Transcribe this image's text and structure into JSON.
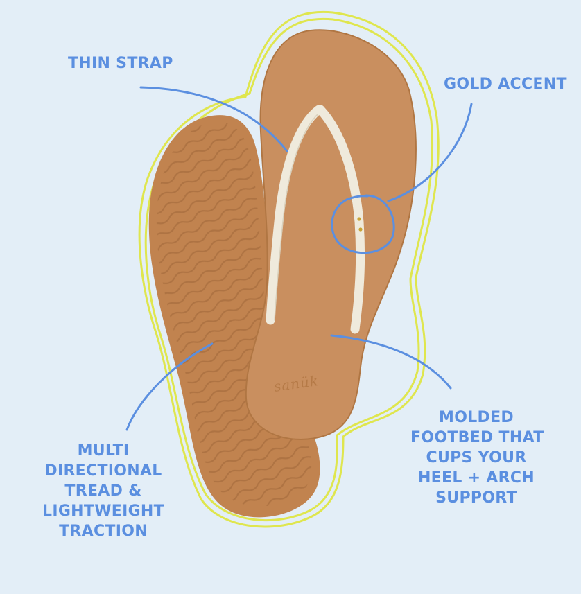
{
  "colors": {
    "background": "#e3eef7",
    "callout_text": "#5b8fe0",
    "pointer_line": "#5b8fe0",
    "outline_yellow": "#dfe64e",
    "sole_tan": "#c1834f",
    "footbed_tan": "#c98f5f",
    "strap_white": "#efeadc",
    "gold_dot": "#c9a436"
  },
  "icons": [
    "sandal-sole-image",
    "sandal-footbed-image",
    "strap-image",
    "gold-accent-dots"
  ],
  "logo": {
    "text": "sanük"
  },
  "callouts": {
    "thin_strap": {
      "lines": [
        "THIN STRAP"
      ]
    },
    "gold_accent": {
      "lines": [
        "GOLD ACCENT"
      ]
    },
    "molded_footbed": {
      "lines": [
        "MOLDED",
        "FOOTBED THAT",
        "CUPS YOUR",
        "HEEL + ARCH",
        "SUPPORT"
      ]
    },
    "tread": {
      "lines": [
        "MULTI",
        "DIRECTIONAL",
        "TREAD &",
        "LIGHTWEIGHT",
        "TRACTION"
      ]
    }
  }
}
